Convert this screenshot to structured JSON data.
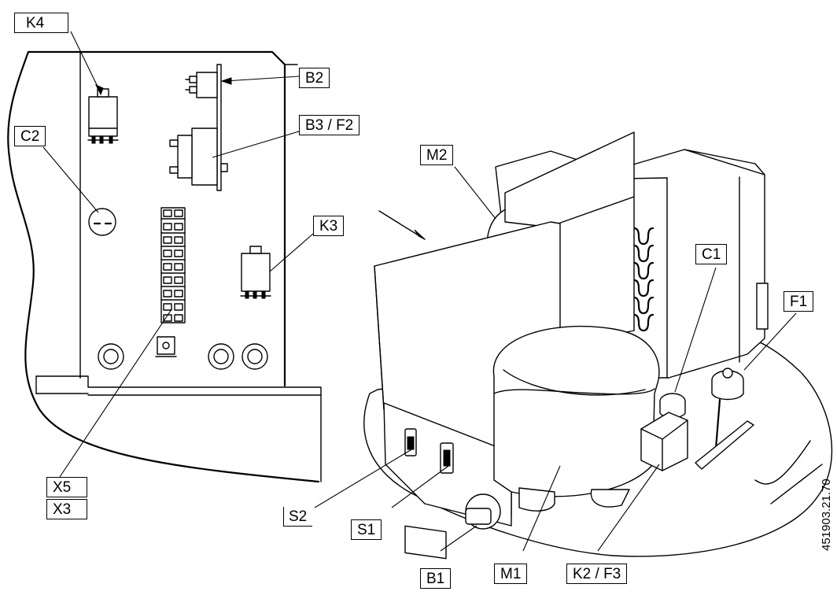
{
  "labels": {
    "k4": "K4",
    "b2": "B2",
    "b3_f2": "B3 / F2",
    "c2": "C2",
    "k3": "K3",
    "x5": "X5",
    "x3": "X3",
    "m2": "M2",
    "c1": "C1",
    "f1": "F1",
    "s2": "S2",
    "s1": "S1",
    "b1": "B1",
    "m1": "M1",
    "k2_f3": "K2 / F3"
  },
  "doc_number": "451903.21.70"
}
